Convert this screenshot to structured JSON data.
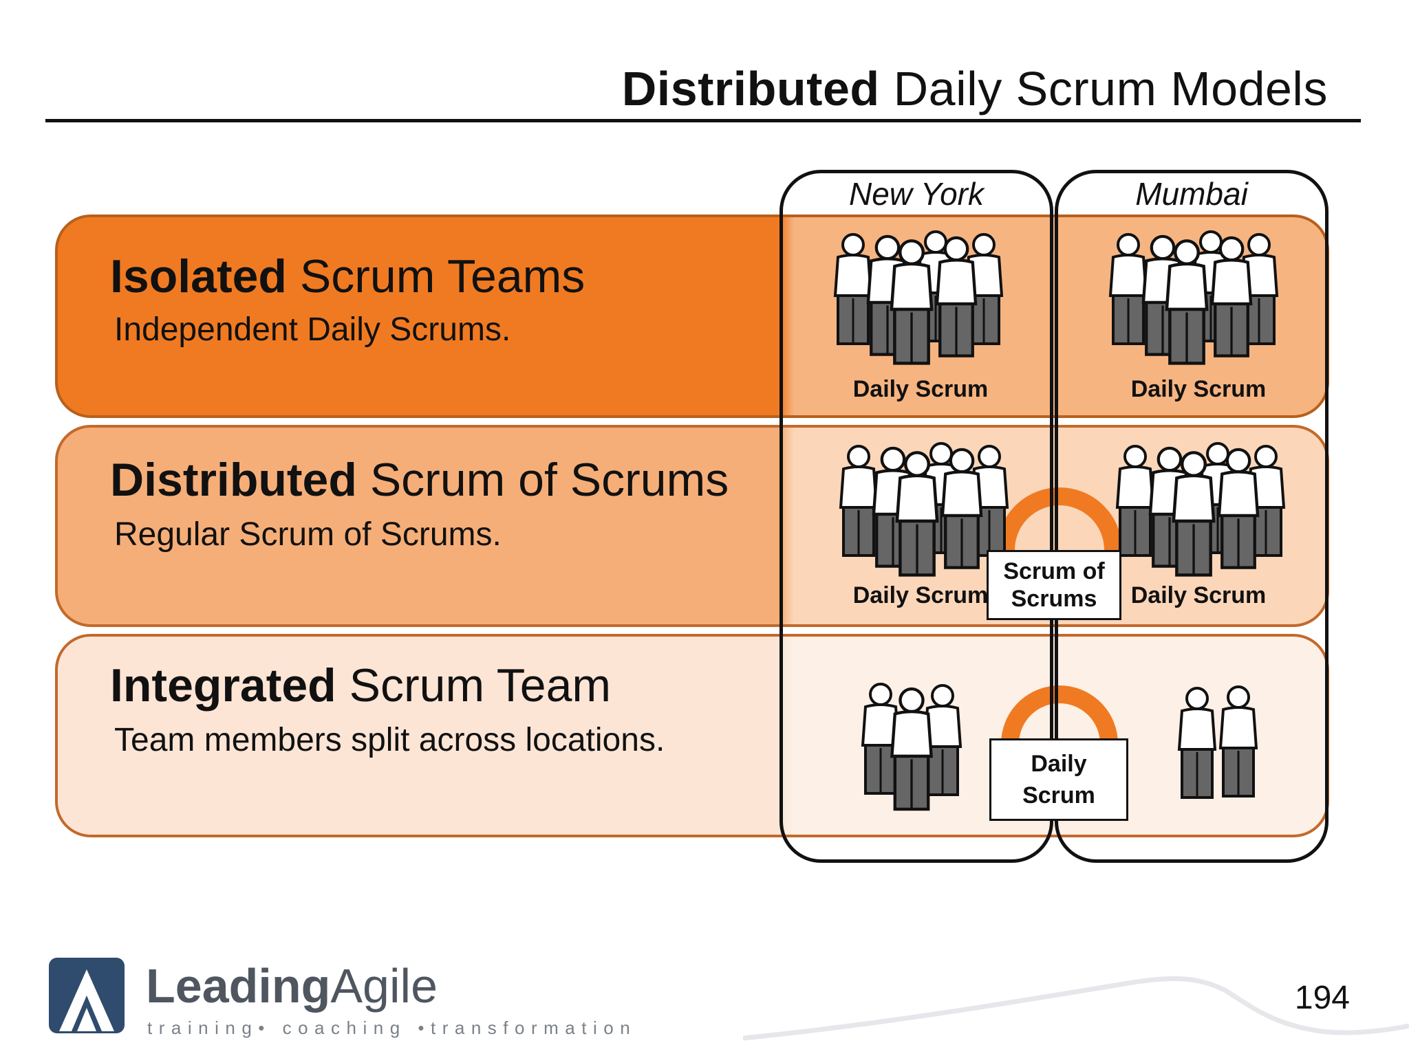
{
  "slide": {
    "title_bold": "Distributed",
    "title_rest": "Daily Scrum Models",
    "page_number": "194"
  },
  "rows": [
    {
      "title_bold": "Isolated",
      "title_rest": "Scrum Teams",
      "subtitle": "Independent Daily Scrums."
    },
    {
      "title_bold": "Distributed",
      "title_rest": "Scrum of Scrums",
      "subtitle": "Regular Scrum of Scrums."
    },
    {
      "title_bold": "Integrated",
      "title_rest": "Scrum Team",
      "subtitle": "Team members split across locations."
    }
  ],
  "locations": [
    "New York",
    "Mumbai"
  ],
  "labels": {
    "daily_scrum": "Daily Scrum",
    "scrum_of_scrums_line1": "Scrum of",
    "scrum_of_scrums_line2": "Scrums",
    "daily_scrum_line1": "Daily",
    "daily_scrum_line2": "Scrum"
  },
  "logo": {
    "name_part1": "Leading",
    "name_part2": "Agile",
    "tagline": "training• coaching •transformation"
  },
  "colors": {
    "row1": "#f07a22",
    "row2": "#f6ae78",
    "row3": "#fde5d6",
    "arc": "#f07a22",
    "logo_blue": "#2f4b6e"
  }
}
